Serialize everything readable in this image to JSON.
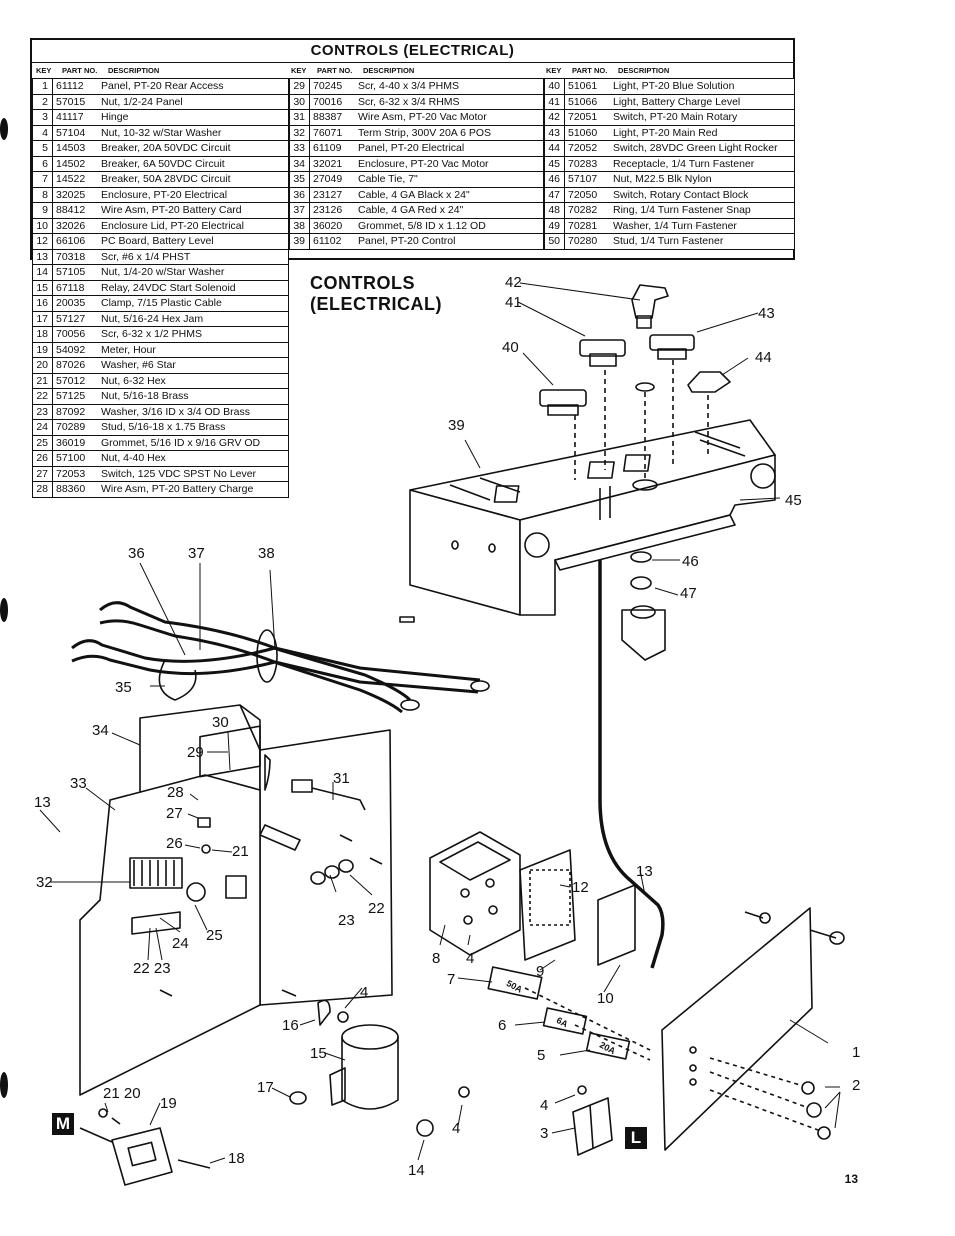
{
  "title": "CONTROLS (ELECTRICAL)",
  "headers": {
    "key": "KEY",
    "part": "PART NO.",
    "desc": "DESCRIPTION"
  },
  "columns": [
    [
      {
        "key": "1",
        "part": "61112",
        "desc": "Panel, PT-20 Rear Access"
      },
      {
        "key": "2",
        "part": "57015",
        "desc": "Nut, 1/2-24 Panel"
      },
      {
        "key": "3",
        "part": "41117",
        "desc": "Hinge"
      },
      {
        "key": "4",
        "part": "57104",
        "desc": "Nut, 10-32 w/Star Washer"
      },
      {
        "key": "5",
        "part": "14503",
        "desc": "Breaker, 20A 50VDC Circuit"
      },
      {
        "key": "6",
        "part": "14502",
        "desc": "Breaker, 6A 50VDC Circuit"
      },
      {
        "key": "7",
        "part": "14522",
        "desc": "Breaker, 50A 28VDC Circuit"
      },
      {
        "key": "8",
        "part": "32025",
        "desc": "Enclosure, PT-20 Electrical"
      },
      {
        "key": "9",
        "part": "88412",
        "desc": "Wire Asm, PT-20 Battery Card"
      },
      {
        "key": "10",
        "part": "32026",
        "desc": "Enclosure Lid, PT-20 Electrical"
      },
      {
        "key": "12",
        "part": "66106",
        "desc": "PC Board, Battery Level"
      },
      {
        "key": "13",
        "part": "70318",
        "desc": "Scr, #6 x 1/4 PHST"
      },
      {
        "key": "14",
        "part": "57105",
        "desc": "Nut, 1/4-20 w/Star Washer"
      },
      {
        "key": "15",
        "part": "67118",
        "desc": "Relay, 24VDC Start Solenoid"
      },
      {
        "key": "16",
        "part": "20035",
        "desc": "Clamp, 7/15 Plastic Cable"
      },
      {
        "key": "17",
        "part": "57127",
        "desc": "Nut, 5/16-24 Hex Jam"
      },
      {
        "key": "18",
        "part": "70056",
        "desc": "Scr, 6-32 x 1/2 PHMS"
      },
      {
        "key": "19",
        "part": "54092",
        "desc": "Meter, Hour"
      },
      {
        "key": "20",
        "part": "87026",
        "desc": "Washer, #6 Star"
      },
      {
        "key": "21",
        "part": "57012",
        "desc": "Nut, 6-32 Hex"
      },
      {
        "key": "22",
        "part": "57125",
        "desc": "Nut, 5/16-18 Brass"
      },
      {
        "key": "23",
        "part": "87092",
        "desc": "Washer, 3/16 ID x 3/4 OD Brass"
      },
      {
        "key": "24",
        "part": "70289",
        "desc": "Stud, 5/16-18 x 1.75 Brass"
      },
      {
        "key": "25",
        "part": "36019",
        "desc": "Grommet, 5/16 ID x 9/16 GRV OD"
      },
      {
        "key": "26",
        "part": "57100",
        "desc": "Nut, 4-40 Hex"
      },
      {
        "key": "27",
        "part": "72053",
        "desc": "Switch, 125 VDC  SPST No Lever"
      },
      {
        "key": "28",
        "part": "88360",
        "desc": "Wire Asm, PT-20 Battery Charge"
      }
    ],
    [
      {
        "key": "29",
        "part": "70245",
        "desc": "Scr, 4-40 x 3/4 PHMS"
      },
      {
        "key": "30",
        "part": "70016",
        "desc": "Scr, 6-32 x 3/4 RHMS"
      },
      {
        "key": "31",
        "part": "88387",
        "desc": "Wire Asm, PT-20 Vac Motor"
      },
      {
        "key": "32",
        "part": "76071",
        "desc": "Term Strip, 300V 20A  6 POS"
      },
      {
        "key": "33",
        "part": "61109",
        "desc": "Panel, PT-20 Electrical"
      },
      {
        "key": "34",
        "part": "32021",
        "desc": "Enclosure, PT-20 Vac Motor"
      },
      {
        "key": "35",
        "part": "27049",
        "desc": "Cable Tie, 7\""
      },
      {
        "key": "36",
        "part": "23127",
        "desc": "Cable, 4 GA Black x 24\""
      },
      {
        "key": "37",
        "part": "23126",
        "desc": "Cable, 4 GA Red x 24\""
      },
      {
        "key": "38",
        "part": "36020",
        "desc": "Grommet, 5/8 ID x 1.12 OD"
      },
      {
        "key": "39",
        "part": "61102",
        "desc": "Panel, PT-20 Control"
      }
    ],
    [
      {
        "key": "40",
        "part": "51061",
        "desc": "Light, PT-20 Blue Solution"
      },
      {
        "key": "41",
        "part": "51066",
        "desc": "Light, Battery Charge Level"
      },
      {
        "key": "42",
        "part": "72051",
        "desc": "Switch, PT-20 Main Rotary"
      },
      {
        "key": "43",
        "part": "51060",
        "desc": "Light, PT-20 Main Red"
      },
      {
        "key": "44",
        "part": "72052",
        "desc": "Switch, 28VDC Green Light Rocker"
      },
      {
        "key": "45",
        "part": "70283",
        "desc": "Receptacle, 1/4 Turn Fastener"
      },
      {
        "key": "46",
        "part": "57107",
        "desc": "Nut, M22.5 Blk Nylon"
      },
      {
        "key": "47",
        "part": "72050",
        "desc": "Switch, Rotary Contact Block"
      },
      {
        "key": "48",
        "part": "70282",
        "desc": "Ring, 1/4 Turn Fastener Snap"
      },
      {
        "key": "49",
        "part": "70281",
        "desc": "Washer, 1/4 Turn Fastener"
      },
      {
        "key": "50",
        "part": "70280",
        "desc": "Stud, 1/4 Turn Fastener"
      }
    ]
  ],
  "diagram": {
    "title_line1": "CONTROLS",
    "title_line2": "(ELECTRICAL)",
    "breaker_labels": {
      "b50": "50A",
      "b6": "6A",
      "b20": "20A"
    },
    "callouts": [
      "42",
      "41",
      "43",
      "40",
      "44",
      "39",
      "45",
      "46",
      "47",
      "36",
      "37",
      "38",
      "35",
      "34",
      "30",
      "29",
      "31",
      "33",
      "13",
      "28",
      "27",
      "26",
      "21",
      "32",
      "23",
      "22",
      "24",
      "25",
      "22 23",
      "12",
      "13",
      "8",
      "4",
      "9",
      "10",
      "7",
      "6",
      "5",
      "4",
      "16",
      "15",
      "17",
      "21 20",
      "19",
      "18",
      "14",
      "4",
      "4",
      "3",
      "1",
      "2"
    ]
  },
  "badges": {
    "left": "M",
    "right": "L"
  },
  "page_number": "13"
}
